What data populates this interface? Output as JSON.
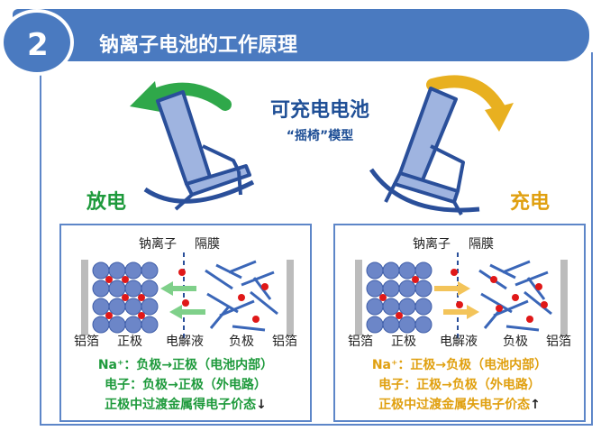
{
  "header": {
    "number": "2",
    "title": "钠离子电池的工作原理"
  },
  "center": {
    "title": "可充电电池",
    "subtitle": "“摇椅”模型"
  },
  "discharge": {
    "title": "放电",
    "labels": {
      "ion": "钠离子",
      "separator": "隔膜",
      "al_left": "铝箔",
      "cathode": "正极",
      "electrolyte": "电解液",
      "anode": "负极",
      "al_right": "铝箔"
    },
    "lines": [
      "Na⁺：负极→正极（电池内部）",
      "电子：负极→正极（外电路）"
    ],
    "note": "正极中过渡金属得电子价态",
    "note_arrow": "↓"
  },
  "charge": {
    "title": "充电",
    "labels": {
      "ion": "钠离子",
      "separator": "隔膜",
      "al_left": "铝箔",
      "cathode": "正极",
      "electrolyte": "电解液",
      "anode": "负极",
      "al_right": "铝箔"
    },
    "lines": [
      "Na⁺：正极→负极（电池内部）",
      "电子：正极→负极（外电路）"
    ],
    "note": "正极中过渡金属失电子价态",
    "note_arrow": "↑"
  },
  "colors": {
    "blue": "#4a7ac0",
    "discharge": "#1e9a3c",
    "charge": "#e0a010",
    "ion": "#e01818"
  }
}
